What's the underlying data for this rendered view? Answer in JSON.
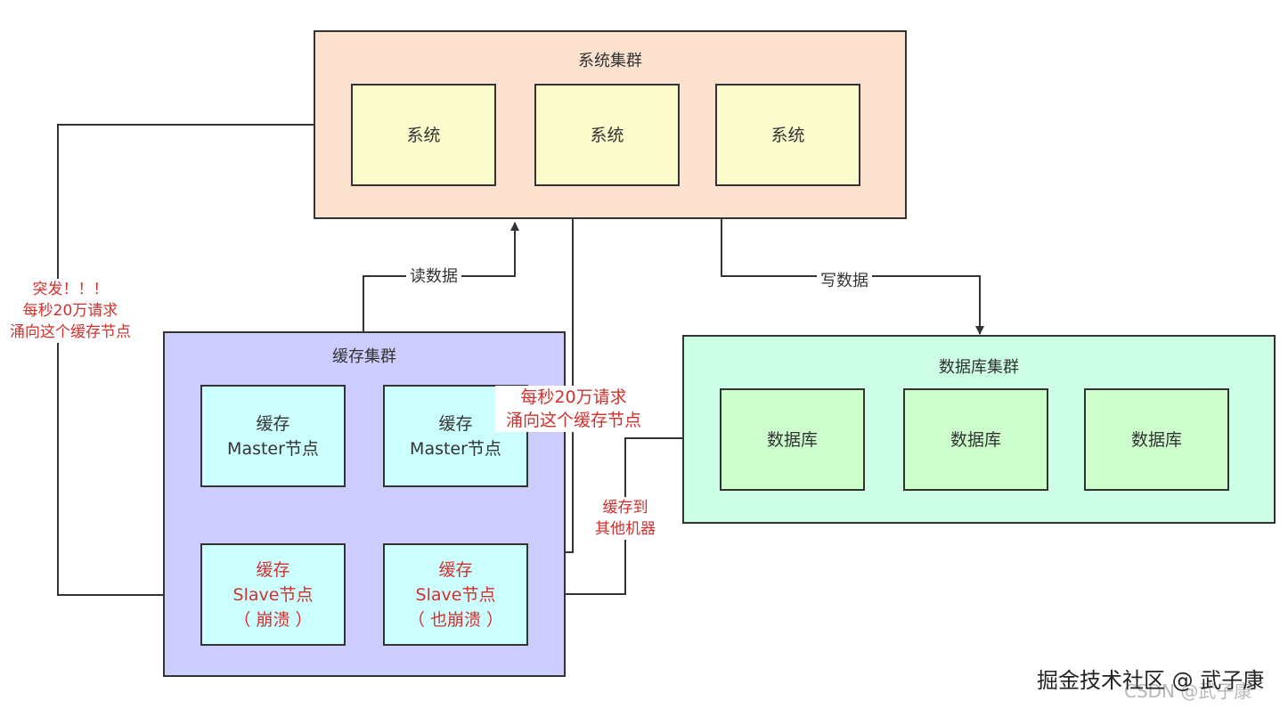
{
  "system_cluster": {
    "title": "系统集群",
    "nodes": [
      "系统",
      "系统",
      "系统"
    ]
  },
  "cache_cluster": {
    "title": "缓存集群",
    "masters": [
      [
        "缓存",
        "Master节点"
      ],
      [
        "缓存",
        "Master节点"
      ]
    ],
    "slaves": [
      [
        "缓存",
        "Slave节点",
        "（ 崩溃 ）"
      ],
      [
        "缓存",
        "Slave节点",
        "（ 也崩溃 ）"
      ]
    ]
  },
  "db_cluster": {
    "title": "数据库集群",
    "nodes": [
      "数据库",
      "数据库",
      "数据库"
    ]
  },
  "edges": {
    "read_label": "读数据",
    "write_label": "写数据"
  },
  "annotations": {
    "burst": [
      "突发！！！",
      "每秒20万请求",
      "涌向这个缓存节点"
    ],
    "flood": [
      "每秒20万请求",
      "涌向这个缓存节点"
    ],
    "failover": [
      "缓存到",
      "其他机器"
    ]
  },
  "watermark": {
    "main": "掘金技术社区 @ 武子康",
    "sub": "CSDN @武子康"
  },
  "colors": {
    "system_cluster_fill": "#fde3cf",
    "system_node_fill": "#fdfccc",
    "cache_cluster_fill": "#ccccff",
    "cache_node_fill": "#ccffff",
    "db_cluster_fill": "#ccffe5",
    "db_node_fill": "#ccffcc",
    "alert_text": "#d0312d",
    "line": "#333333"
  }
}
